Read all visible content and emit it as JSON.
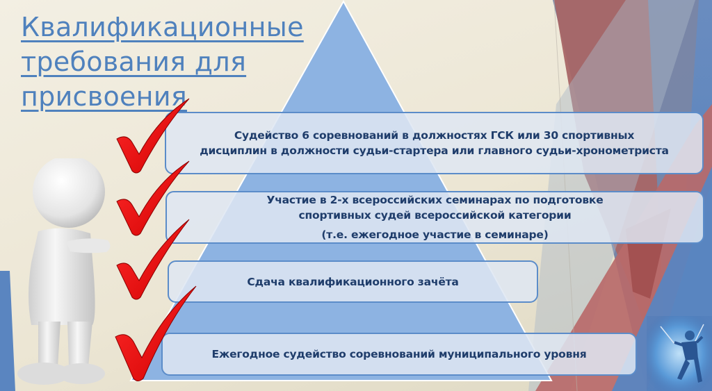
{
  "slide": {
    "title_lines": [
      "Квалификационные",
      "требования для",
      "присвоения"
    ],
    "colors": {
      "title": "#4f81bd",
      "box_text": "#1f3d6b",
      "box_border": "#5b8cc9",
      "box_fill": "#dee7f2",
      "pyramid": "#8db3e2",
      "checkmark": "#e8000a",
      "stripe_red": "#a86666",
      "stripe_blue": "#5a85c0",
      "background": "#f0ebdc"
    }
  },
  "requirements": [
    {
      "lines": [
        "Судейство 6 соревнований в должностях ГСК  или 30 спортивных",
        "дисциплин в должности судьи-стартера или главного судьи-хронометриста"
      ]
    },
    {
      "lines": [
        "Участие в 2-х всероссийских семинарах по подготовке",
        "спортивных судей всероссийской категории",
        "(т.е. ежегодное участие в семинаре)"
      ]
    },
    {
      "lines": [
        "Сдача квалификационного зачёта"
      ]
    },
    {
      "lines": [
        "Ежегодное судейство соревнований муниципального уровня"
      ]
    }
  ],
  "icons": {
    "figure": "3d-white-person-icon",
    "check": "red-checkmark-icon",
    "pyramid": "pyramid-shape",
    "skier": "skier-image"
  }
}
